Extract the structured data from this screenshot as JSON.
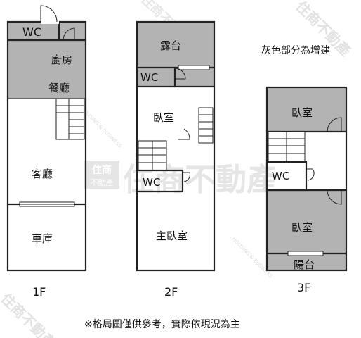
{
  "legend_note": "灰色部分為增建",
  "footer_note": "※格局圖僅供參考，實際依現況為主",
  "watermark": {
    "main": "住商不動產",
    "logo_top": "住商",
    "logo_bottom": "不動產",
    "small_text": "HOUSING & BUSINESS"
  },
  "floors": [
    {
      "label": "1F",
      "rooms": [
        "WC",
        "廚房",
        "餐廳",
        "客廳",
        "車庫"
      ]
    },
    {
      "label": "2F",
      "rooms": [
        "露台",
        "WC",
        "臥室",
        "WC",
        "主臥室"
      ]
    },
    {
      "label": "3F",
      "rooms": [
        "臥室",
        "WC",
        "臥室",
        "陽台"
      ]
    }
  ],
  "colors": {
    "added_area": "#b3b3b3",
    "wall": "#222222",
    "watermark": "#cfcfcf"
  }
}
